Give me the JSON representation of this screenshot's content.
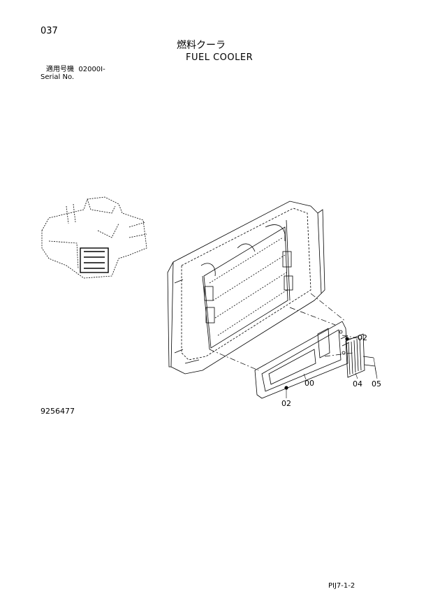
{
  "page_number": "037",
  "title_ja": "燃料クーラ",
  "title_en": "FUEL COOLER",
  "serial": {
    "label_ja": "適用号機",
    "value": "02000I-",
    "label_en": "Serial No."
  },
  "drawing_number": "9256477",
  "footer_code": "PIJ7-1-2",
  "callouts": [
    "02",
    "00",
    "02",
    "04",
    "05"
  ]
}
